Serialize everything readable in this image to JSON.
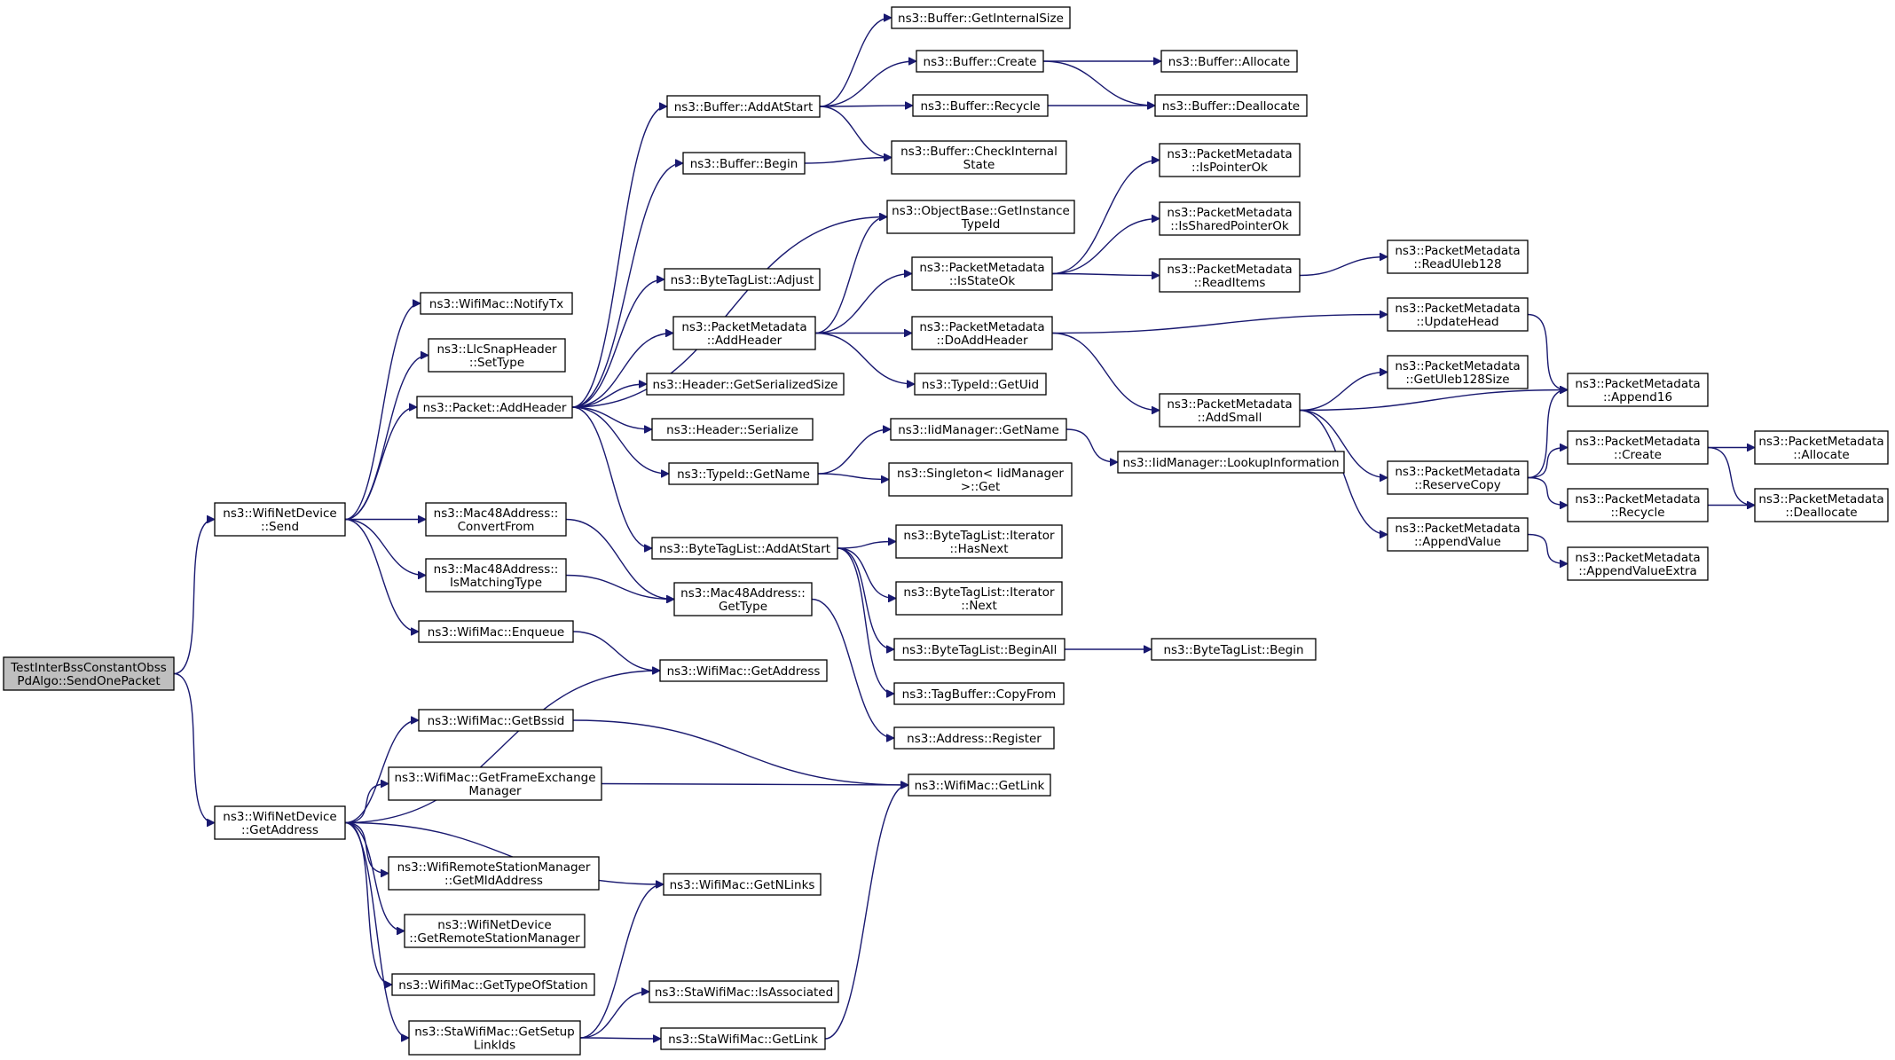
{
  "nodes": {
    "root": [
      "TestInterBssConstantObss",
      "PdAlgo::SendOnePacket"
    ],
    "wnd_send": [
      "ns3::WifiNetDevice",
      "::Send"
    ],
    "wnd_getaddress": [
      "ns3::WifiNetDevice",
      "::GetAddress"
    ],
    "wm_notifytx": [
      "ns3::WifiMac::NotifyTx"
    ],
    "llc_settype": [
      "ns3::LlcSnapHeader",
      "::SetType"
    ],
    "pkt_addheader": [
      "ns3::Packet::AddHeader"
    ],
    "mac48_convertfrom": [
      "ns3::Mac48Address::",
      "ConvertFrom"
    ],
    "mac48_ismatchingtype": [
      "ns3::Mac48Address::",
      "IsMatchingType"
    ],
    "wm_enqueue": [
      "ns3::WifiMac::Enqueue"
    ],
    "wm_getbssid": [
      "ns3::WifiMac::GetBssid"
    ],
    "wm_getfem": [
      "ns3::WifiMac::GetFrameExchange",
      "Manager"
    ],
    "wrsm_getmld": [
      "ns3::WifiRemoteStationManager",
      "::GetMldAddress"
    ],
    "wnd_getrsm": [
      "ns3::WifiNetDevice",
      "::GetRemoteStationManager"
    ],
    "wm_gettypeofstation": [
      "ns3::WifiMac::GetTypeOfStation"
    ],
    "sta_getsetuplinkids": [
      "ns3::StaWifiMac::GetSetup",
      "LinkIds"
    ],
    "buf_addatstart": [
      "ns3::Buffer::AddAtStart"
    ],
    "buf_begin": [
      "ns3::Buffer::Begin"
    ],
    "btl_adjust": [
      "ns3::ByteTagList::Adjust"
    ],
    "pm_addheader": [
      "ns3::PacketMetadata",
      "::AddHeader"
    ],
    "hdr_getserializedsize": [
      "ns3::Header::GetSerializedSize"
    ],
    "hdr_serialize": [
      "ns3::Header::Serialize"
    ],
    "tid_getname": [
      "ns3::TypeId::GetName"
    ],
    "btl_addatstart": [
      "ns3::ByteTagList::AddAtStart"
    ],
    "mac48_gettype": [
      "ns3::Mac48Address::",
      "GetType"
    ],
    "wm_getaddress": [
      "ns3::WifiMac::GetAddress"
    ],
    "wm_getnlinks": [
      "ns3::WifiMac::GetNLinks"
    ],
    "sta_isassociated": [
      "ns3::StaWifiMac::IsAssociated"
    ],
    "sta_getlink": [
      "ns3::StaWifiMac::GetLink"
    ],
    "buf_getinternalsize": [
      "ns3::Buffer::GetInternalSize"
    ],
    "buf_create": [
      "ns3::Buffer::Create"
    ],
    "buf_recycle": [
      "ns3::Buffer::Recycle"
    ],
    "buf_checkinternalstate": [
      "ns3::Buffer::CheckInternal",
      "State"
    ],
    "ob_getinstancetypeid": [
      "ns3::ObjectBase::GetInstance",
      "TypeId"
    ],
    "pm_isstateok": [
      "ns3::PacketMetadata",
      "::IsStateOk"
    ],
    "pm_doaddheader": [
      "ns3::PacketMetadata",
      "::DoAddHeader"
    ],
    "tid_getuid": [
      "ns3::TypeId::GetUid"
    ],
    "iid_getname": [
      "ns3::IidManager::GetName"
    ],
    "singleton_get": [
      "ns3::Singleton< IidManager",
      ">::Get"
    ],
    "btl_it_hasnext": [
      "ns3::ByteTagList::Iterator",
      "::HasNext"
    ],
    "btl_it_next": [
      "ns3::ByteTagList::Iterator",
      "::Next"
    ],
    "btl_beginall": [
      "ns3::ByteTagList::BeginAll"
    ],
    "tagbuf_copyfrom": [
      "ns3::TagBuffer::CopyFrom"
    ],
    "addr_register": [
      "ns3::Address::Register"
    ],
    "wm_getlink": [
      "ns3::WifiMac::GetLink"
    ],
    "buf_allocate": [
      "ns3::Buffer::Allocate"
    ],
    "buf_deallocate": [
      "ns3::Buffer::Deallocate"
    ],
    "pm_ispointerok": [
      "ns3::PacketMetadata",
      "::IsPointerOk"
    ],
    "pm_issharedpointerok": [
      "ns3::PacketMetadata",
      "::IsSharedPointerOk"
    ],
    "pm_readitems": [
      "ns3::PacketMetadata",
      "::ReadItems"
    ],
    "pm_addsmall": [
      "ns3::PacketMetadata",
      "::AddSmall"
    ],
    "iid_lookupinformation": [
      "ns3::IidManager::LookupInformation"
    ],
    "btl_begin": [
      "ns3::ByteTagList::Begin"
    ],
    "pm_readuleb128": [
      "ns3::PacketMetadata",
      "::ReadUleb128"
    ],
    "pm_updatehead": [
      "ns3::PacketMetadata",
      "::UpdateHead"
    ],
    "pm_getuleb128size": [
      "ns3::PacketMetadata",
      "::GetUleb128Size"
    ],
    "pm_reservecopy": [
      "ns3::PacketMetadata",
      "::ReserveCopy"
    ],
    "pm_appendvalue": [
      "ns3::PacketMetadata",
      "::AppendValue"
    ],
    "pm_append16": [
      "ns3::PacketMetadata",
      "::Append16"
    ],
    "pm_create": [
      "ns3::PacketMetadata",
      "::Create"
    ],
    "pm_recycle": [
      "ns3::PacketMetadata",
      "::Recycle"
    ],
    "pm_appendvalueextra": [
      "ns3::PacketMetadata",
      "::AppendValueExtra"
    ],
    "pm_allocate": [
      "ns3::PacketMetadata",
      "::Allocate"
    ],
    "pm_deallocate": [
      "ns3::PacketMetadata",
      "::Deallocate"
    ]
  },
  "edges": [
    [
      "root",
      "wnd_send"
    ],
    [
      "root",
      "wnd_getaddress"
    ],
    [
      "wnd_send",
      "wm_notifytx"
    ],
    [
      "wnd_send",
      "llc_settype"
    ],
    [
      "wnd_send",
      "pkt_addheader"
    ],
    [
      "wnd_send",
      "mac48_convertfrom"
    ],
    [
      "wnd_send",
      "mac48_ismatchingtype"
    ],
    [
      "wnd_send",
      "wm_enqueue"
    ],
    [
      "wnd_getaddress",
      "wm_getaddress"
    ],
    [
      "wnd_getaddress",
      "wm_getbssid"
    ],
    [
      "wnd_getaddress",
      "wm_getfem"
    ],
    [
      "wnd_getaddress",
      "wm_getnlinks"
    ],
    [
      "wnd_getaddress",
      "wrsm_getmld"
    ],
    [
      "wnd_getaddress",
      "wnd_getrsm"
    ],
    [
      "wnd_getaddress",
      "wm_gettypeofstation"
    ],
    [
      "wnd_getaddress",
      "sta_getsetuplinkids"
    ],
    [
      "pkt_addheader",
      "buf_addatstart"
    ],
    [
      "pkt_addheader",
      "buf_begin"
    ],
    [
      "pkt_addheader",
      "ob_getinstancetypeid"
    ],
    [
      "pkt_addheader",
      "btl_adjust"
    ],
    [
      "pkt_addheader",
      "pm_addheader"
    ],
    [
      "pkt_addheader",
      "hdr_getserializedsize"
    ],
    [
      "pkt_addheader",
      "hdr_serialize"
    ],
    [
      "pkt_addheader",
      "tid_getname"
    ],
    [
      "pkt_addheader",
      "btl_addatstart"
    ],
    [
      "mac48_convertfrom",
      "mac48_gettype"
    ],
    [
      "mac48_ismatchingtype",
      "mac48_gettype"
    ],
    [
      "wm_enqueue",
      "wm_getaddress"
    ],
    [
      "wm_getbssid",
      "wm_getlink"
    ],
    [
      "wm_getfem",
      "wm_getlink"
    ],
    [
      "sta_getsetuplinkids",
      "wm_getnlinks"
    ],
    [
      "sta_getsetuplinkids",
      "sta_isassociated"
    ],
    [
      "sta_getsetuplinkids",
      "sta_getlink"
    ],
    [
      "sta_getlink",
      "wm_getlink"
    ],
    [
      "mac48_gettype",
      "addr_register"
    ],
    [
      "buf_addatstart",
      "buf_getinternalsize"
    ],
    [
      "buf_addatstart",
      "buf_create"
    ],
    [
      "buf_addatstart",
      "buf_recycle"
    ],
    [
      "buf_addatstart",
      "buf_checkinternalstate"
    ],
    [
      "buf_begin",
      "buf_checkinternalstate"
    ],
    [
      "buf_create",
      "buf_allocate"
    ],
    [
      "buf_create",
      "buf_deallocate"
    ],
    [
      "buf_recycle",
      "buf_deallocate"
    ],
    [
      "pm_addheader",
      "ob_getinstancetypeid"
    ],
    [
      "pm_addheader",
      "pm_isstateok"
    ],
    [
      "pm_addheader",
      "pm_doaddheader"
    ],
    [
      "pm_addheader",
      "tid_getuid"
    ],
    [
      "pm_isstateok",
      "pm_ispointerok"
    ],
    [
      "pm_isstateok",
      "pm_issharedpointerok"
    ],
    [
      "pm_isstateok",
      "pm_readitems"
    ],
    [
      "pm_readitems",
      "pm_readuleb128"
    ],
    [
      "pm_doaddheader",
      "pm_updatehead"
    ],
    [
      "pm_doaddheader",
      "pm_addsmall"
    ],
    [
      "pm_updatehead",
      "pm_append16"
    ],
    [
      "pm_addsmall",
      "pm_getuleb128size"
    ],
    [
      "pm_addsmall",
      "pm_append16"
    ],
    [
      "pm_addsmall",
      "pm_reservecopy"
    ],
    [
      "pm_addsmall",
      "pm_appendvalue"
    ],
    [
      "pm_reservecopy",
      "pm_append16"
    ],
    [
      "pm_reservecopy",
      "pm_create"
    ],
    [
      "pm_reservecopy",
      "pm_recycle"
    ],
    [
      "pm_create",
      "pm_allocate"
    ],
    [
      "pm_create",
      "pm_deallocate"
    ],
    [
      "pm_recycle",
      "pm_deallocate"
    ],
    [
      "pm_appendvalue",
      "pm_appendvalueextra"
    ],
    [
      "tid_getname",
      "iid_getname"
    ],
    [
      "tid_getname",
      "singleton_get"
    ],
    [
      "iid_getname",
      "iid_lookupinformation"
    ],
    [
      "btl_addatstart",
      "btl_it_hasnext"
    ],
    [
      "btl_addatstart",
      "btl_it_next"
    ],
    [
      "btl_addatstart",
      "btl_beginall"
    ],
    [
      "btl_addatstart",
      "tagbuf_copyfrom"
    ],
    [
      "btl_beginall",
      "btl_begin"
    ]
  ],
  "colors": {
    "edge": "#191970",
    "root_fill": "#bfbfbf",
    "node_fill": "#ffffff",
    "node_border": "#000000"
  }
}
